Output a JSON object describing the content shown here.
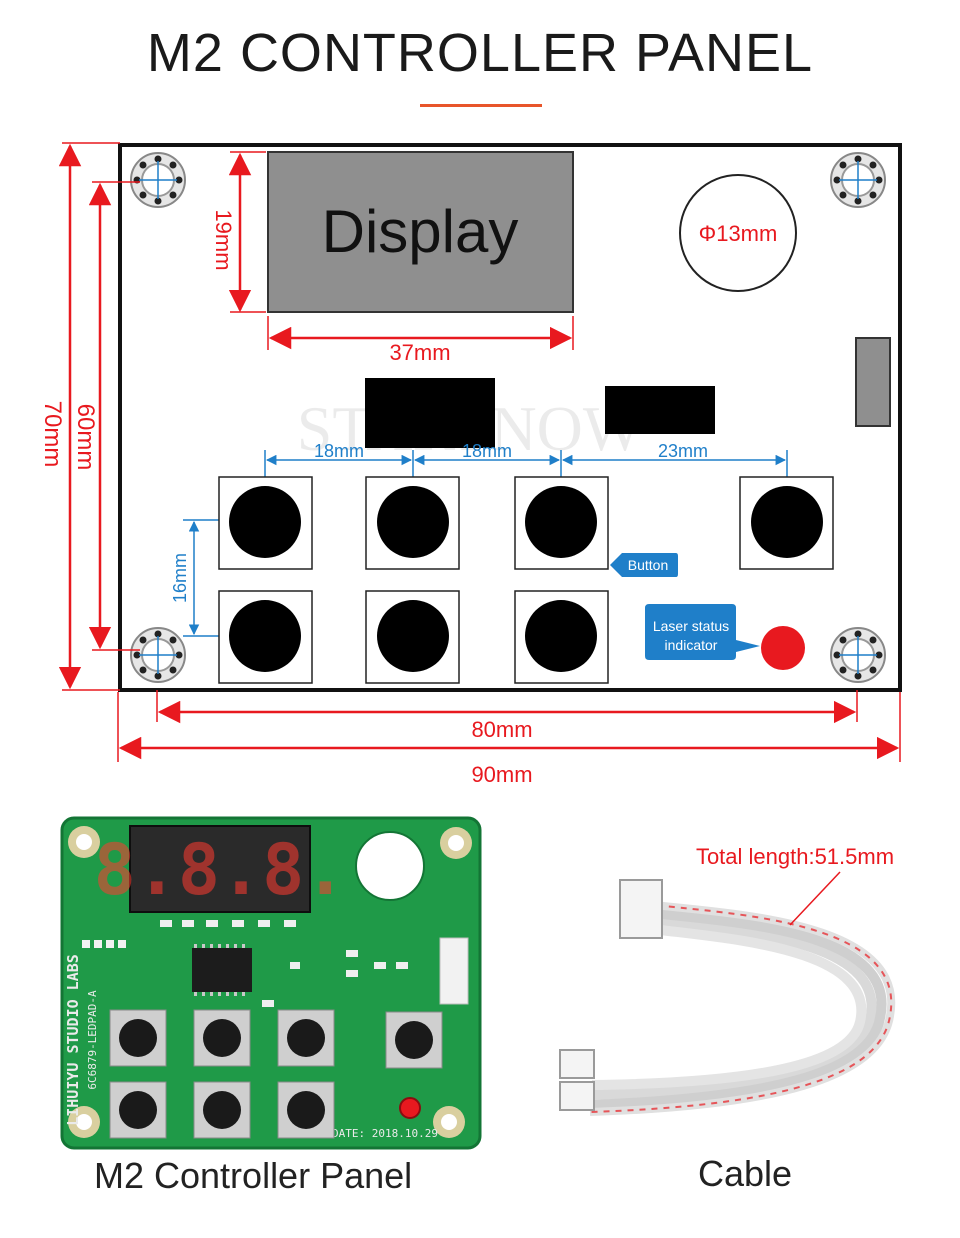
{
  "header": {
    "title": "M2 CONTROLLER PANEL"
  },
  "diagram": {
    "display_label": "Display",
    "display_height": "19mm",
    "display_width": "37mm",
    "hole_label": "Φ13mm",
    "board_height": "70mm",
    "hole_span_height": "60mm",
    "board_width": "90mm",
    "hole_span_width": "80mm",
    "button_pitch_1": "18mm",
    "button_pitch_2": "18mm",
    "button_pitch_3": "23mm",
    "row_pitch": "16mm",
    "button_callout": "Button",
    "led_callout_line1": "Laser status",
    "led_callout_line2": "indicator"
  },
  "photos": {
    "pcb_caption": "M2 Controller Panel",
    "cable_caption": "Cable",
    "cable_length": "Total length:51.5mm",
    "silkscreen_brand": "LIHUIYU STUDIO LABS",
    "silkscreen_model": "6C6879-LEDPAD-A",
    "silkscreen_date": "DATE: 2018.10.29",
    "seven_seg": "8.8.8."
  },
  "colors": {
    "red": "#e8191f",
    "blue": "#1f7fc9",
    "accent": "#e8552a",
    "pcb": "#1f9a48"
  }
}
